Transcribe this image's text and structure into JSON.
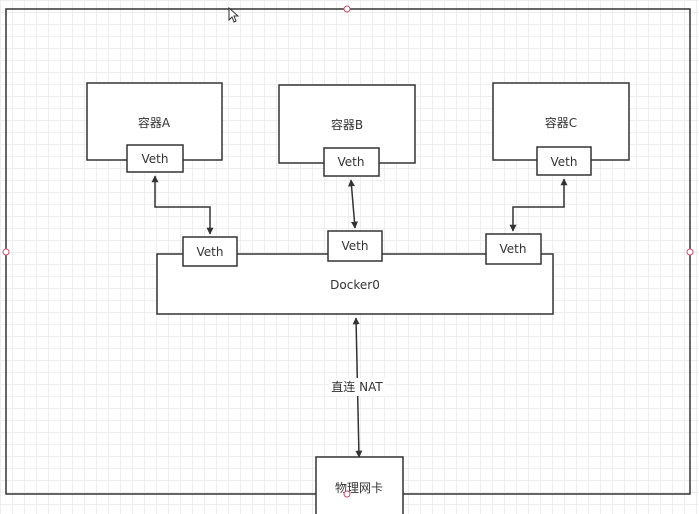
{
  "diagram": {
    "containers": [
      {
        "label": "容器A",
        "veth": "Veth"
      },
      {
        "label": "容器B",
        "veth": "Veth"
      },
      {
        "label": "容器C",
        "veth": "Veth"
      }
    ],
    "bridge": {
      "label": "Docker0",
      "veths": [
        "Veth",
        "Veth",
        "Veth"
      ]
    },
    "link_label": "直连 NAT",
    "nic_label": "物理网卡"
  }
}
